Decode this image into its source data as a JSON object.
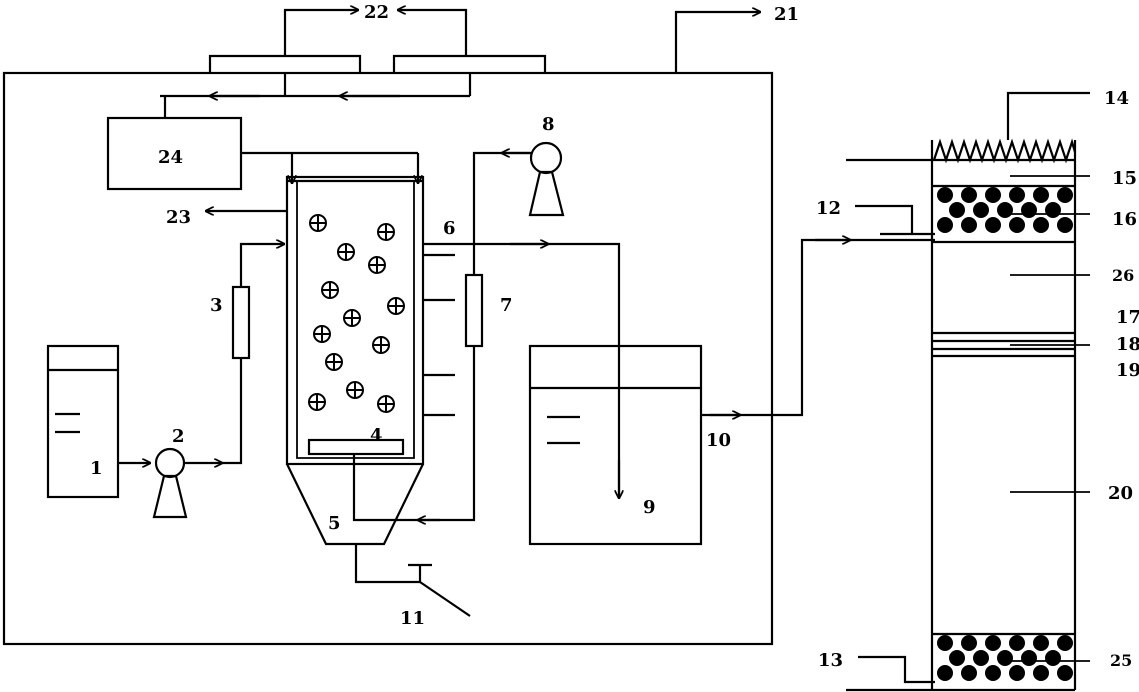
{
  "labels": {
    "n1": "1",
    "n2": "2",
    "n3": "3",
    "n4": "4",
    "n5": "5",
    "n6": "6",
    "n7": "7",
    "n8": "8",
    "n9": "9",
    "n10": "10",
    "n11": "11",
    "n12": "12",
    "n13": "13",
    "n14": "14",
    "n15": "15",
    "n16": "16",
    "n17": "17",
    "n18": "18",
    "n19": "19",
    "n20": "20",
    "n21": "21",
    "n22": "22",
    "n23": "23",
    "n24": "24",
    "n25": "25",
    "n26": "26"
  },
  "colors": {
    "stroke": "#000000",
    "background": "#ffffff"
  }
}
